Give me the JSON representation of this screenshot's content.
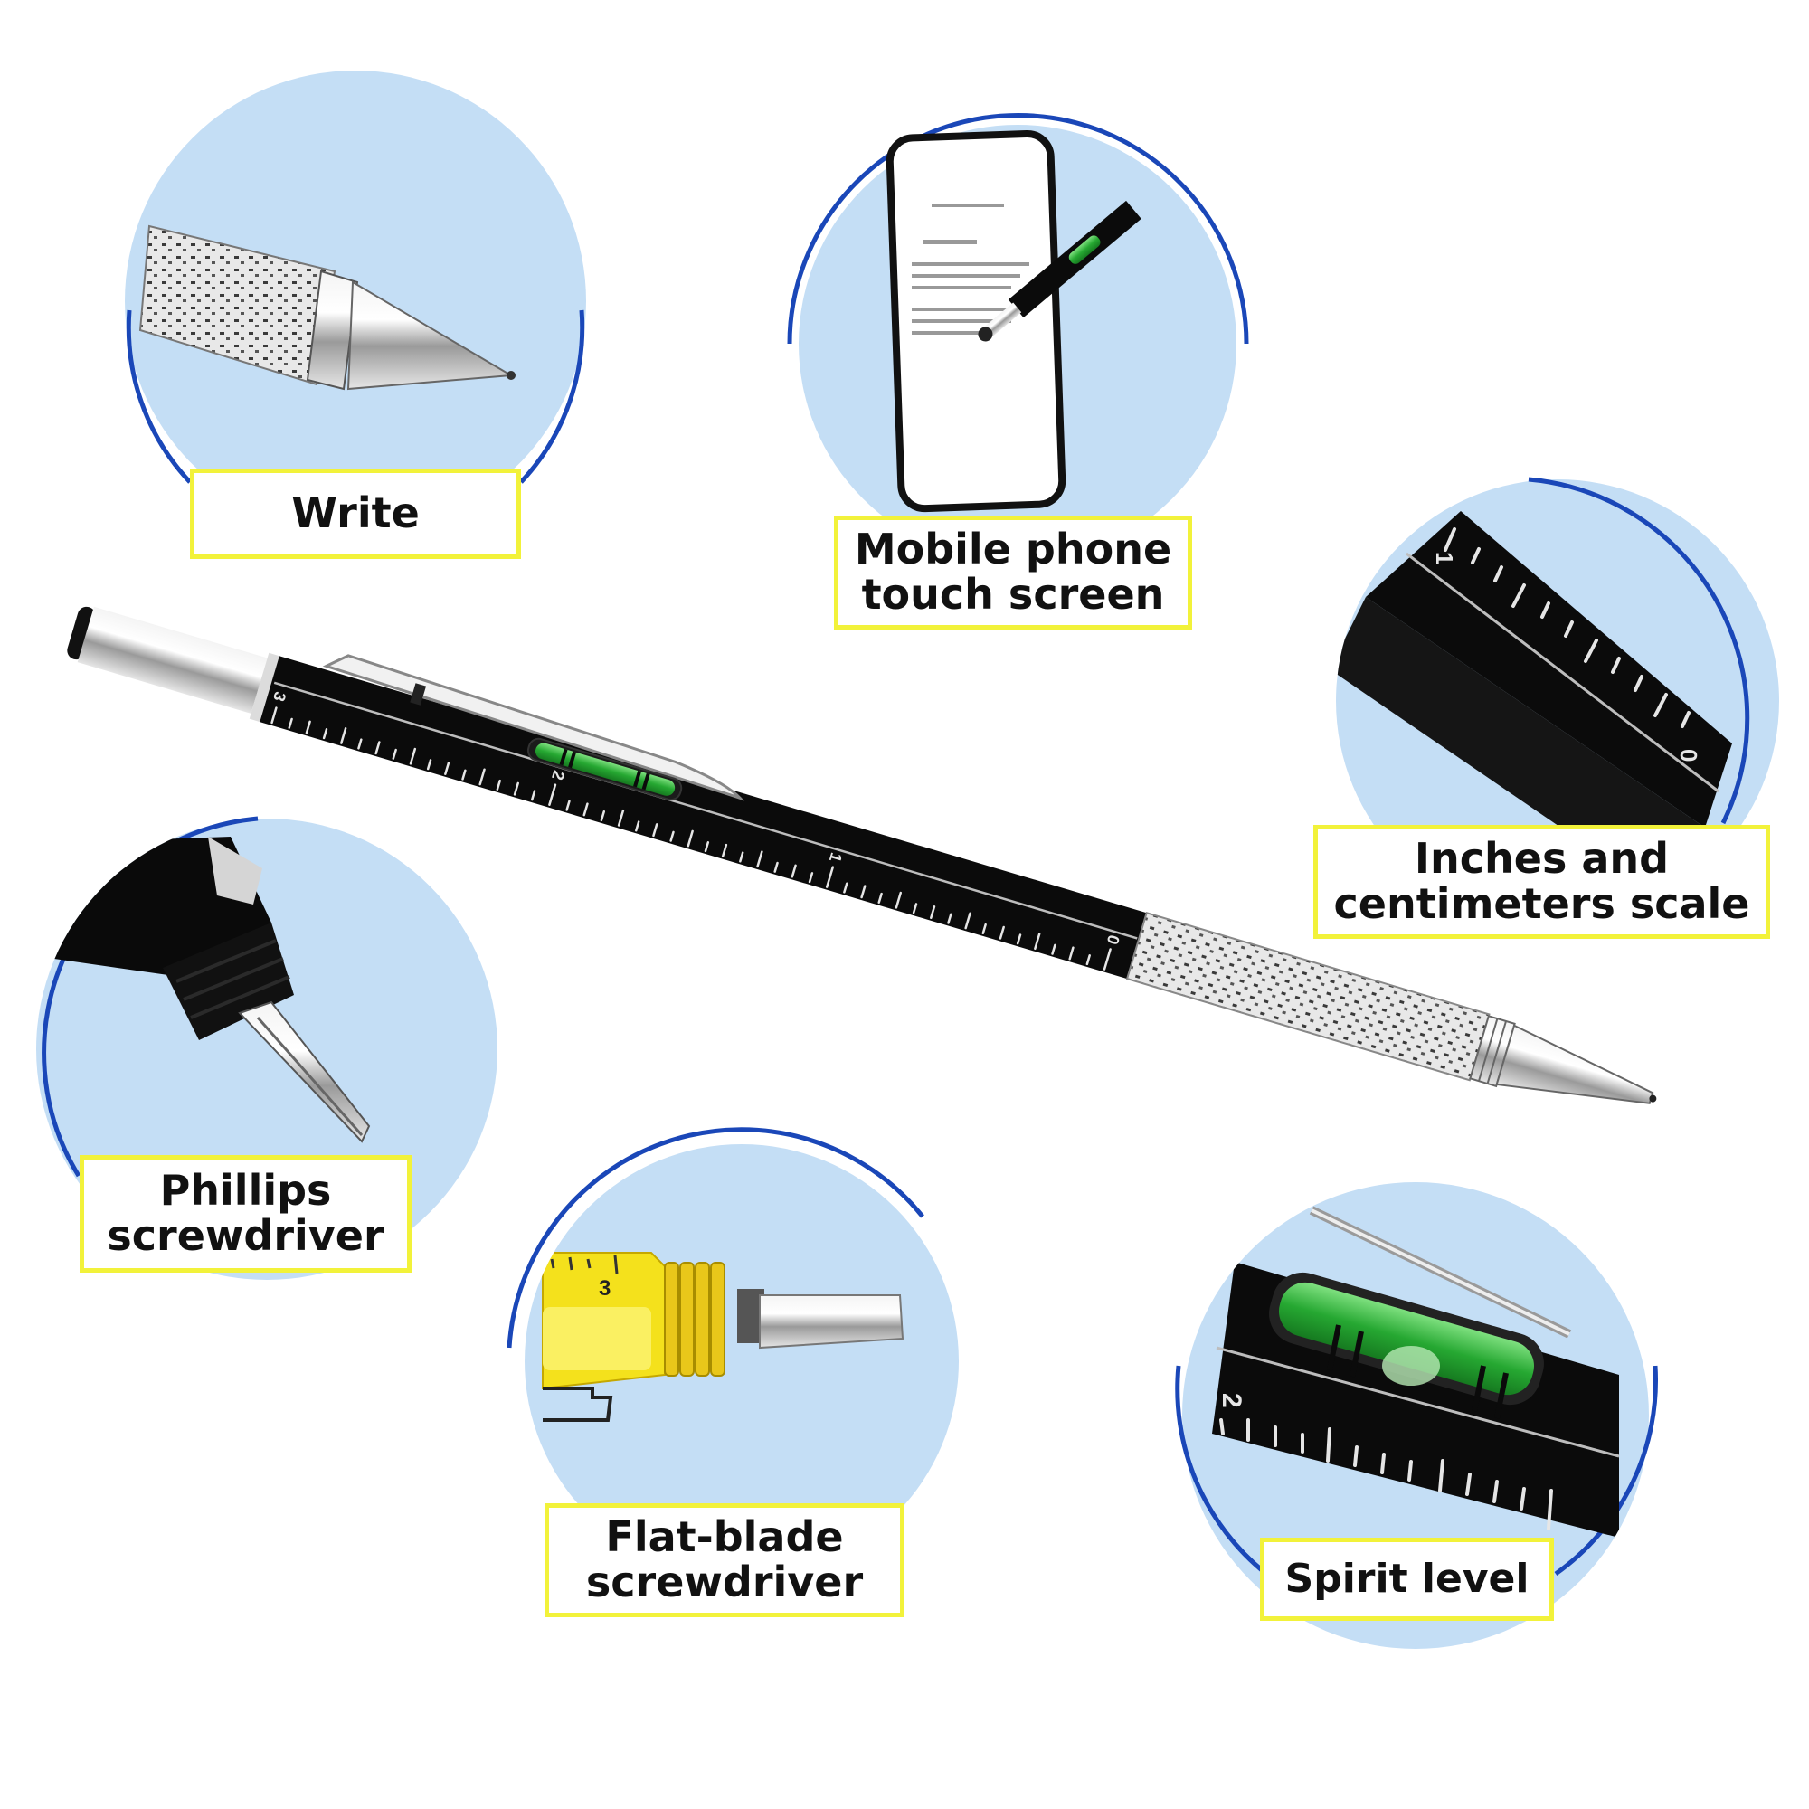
{
  "colors": {
    "circle_fill": "#c4def5",
    "arc_stroke": "#1a47b8",
    "label_border": "#f2f23a",
    "label_bg": "#ffffff",
    "pen_body": "#0b0b0b",
    "chrome": "#c9c9c9",
    "level_green": "#2fb83a",
    "tape_yellow": "#f4e11c"
  },
  "features": [
    {
      "id": "write",
      "label": "Write",
      "icon": "pen-tip-icon"
    },
    {
      "id": "touch",
      "label_lines": [
        "Mobile phone",
        "touch screen"
      ],
      "icon": "smartphone-stylus-icon"
    },
    {
      "id": "scale",
      "label_lines": [
        "Inches and",
        "centimeters scale"
      ],
      "icon": "ruler-icon"
    },
    {
      "id": "phillips",
      "label_lines": [
        "Phillips",
        "screwdriver"
      ],
      "icon": "phillips-screwdriver-icon"
    },
    {
      "id": "flat",
      "label_lines": [
        "Flat-blade",
        "screwdriver"
      ],
      "icon": "flat-screwdriver-icon"
    },
    {
      "id": "level",
      "label": "Spirit level",
      "icon": "spirit-level-icon"
    }
  ],
  "pen": {
    "ruler_numbers": [
      "3",
      "2",
      "1",
      "0"
    ],
    "inset_ruler_numbers": {
      "scale": [
        "1",
        "0"
      ],
      "level": [
        "2"
      ],
      "tape": [
        "3"
      ]
    }
  }
}
